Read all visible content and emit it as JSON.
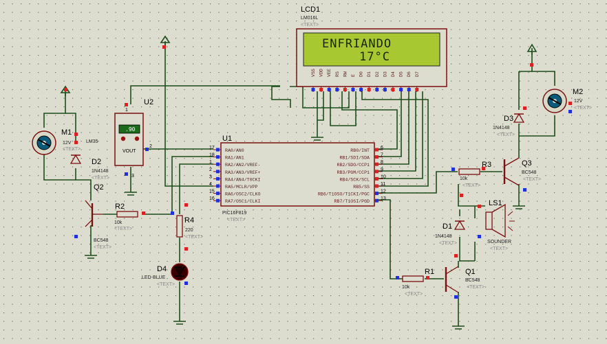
{
  "lcd": {
    "ref": "LCD1",
    "model": "LM016L",
    "text_tag": "<TEXT>",
    "line1": "ENFRIANDO",
    "line2": "17°C",
    "pins": [
      "VSS",
      "VDD",
      "VEE",
      "RS",
      "RW",
      "E",
      "D0",
      "D1",
      "D2",
      "D3",
      "D4",
      "D5",
      "D6",
      "D7"
    ]
  },
  "u1": {
    "ref": "U1",
    "model": "PIC16F819",
    "text_tag": "<TEXT>",
    "left_pins": [
      "RA0/AN0",
      "RA1/AN1",
      "RA2/AN2/VREF-",
      "RA3/AN3/VREF+",
      "RA4/AN4/T0CKI",
      "RA5/MCLR/VPP",
      "RA6/OSC2/CLKO",
      "RA7/OSC1/CLKI"
    ],
    "left_nums": [
      "17",
      "18",
      "1",
      "2",
      "3",
      "4",
      "15",
      "16"
    ],
    "right_pins": [
      "RB0/INT",
      "RB1/SDI/SDA",
      "RB2/SDO/CCP1",
      "RB3/PGM/CCP1",
      "RB4/SCK/SCL",
      "RB5/SS",
      "RB6/T1OSO/T1CKI/PGC",
      "RB7/T1OSI/PGD"
    ],
    "right_nums": [
      "6",
      "7",
      "8",
      "9",
      "10",
      "11",
      "12",
      "13"
    ]
  },
  "u2": {
    "ref": "U2",
    "readout": ".90",
    "label": "VOUT",
    "model": "LM35",
    "pin_vout": "2",
    "pin_vcc": "1",
    "pin_gnd": "3"
  },
  "m1": {
    "ref": "M1",
    "value": "12V",
    "text_tag": "<TEXT>"
  },
  "m2": {
    "ref": "M2",
    "value": "12V",
    "text_tag": "<TEXT>"
  },
  "d2": {
    "ref": "D2",
    "model": "1N4148",
    "text_tag": "<TEXT>"
  },
  "d3": {
    "ref": "D3",
    "model": "1N4148",
    "text_tag": "<TEXT>"
  },
  "d1": {
    "ref": "D1",
    "model": "1N4148",
    "text_tag": "<TEXT>"
  },
  "d4": {
    "ref": "D4",
    "model": "LED-BLUE",
    "text_tag": "<TEXT>"
  },
  "q2": {
    "ref": "Q2",
    "model": "BC548",
    "text_tag": "<TEXT>"
  },
  "q3": {
    "ref": "Q3",
    "model": "BC548",
    "text_tag": "<TEXT>"
  },
  "q1": {
    "ref": "Q1",
    "model": "BC548",
    "text_tag": "<TEXT>"
  },
  "r2": {
    "ref": "R2",
    "value": "10k",
    "text_tag": "<TEXT>"
  },
  "r3": {
    "ref": "R3",
    "value": "10k",
    "text_tag": "<TEXT>"
  },
  "r1": {
    "ref": "R1",
    "value": "10k",
    "text_tag": "<TEXT>"
  },
  "r4": {
    "ref": "R4",
    "value": "220",
    "text_tag": "<TEXT>"
  },
  "ls1": {
    "ref": "LS1",
    "model": "SOUNDER",
    "text_tag": "<TEXT>"
  },
  "colors": {
    "background": "#dcdccf",
    "wire": "#1b4d1b",
    "component": "#7a1010",
    "lcd_screen": "#a8c832",
    "pin_red": "#e02020",
    "pin_blue": "#2030e0"
  }
}
